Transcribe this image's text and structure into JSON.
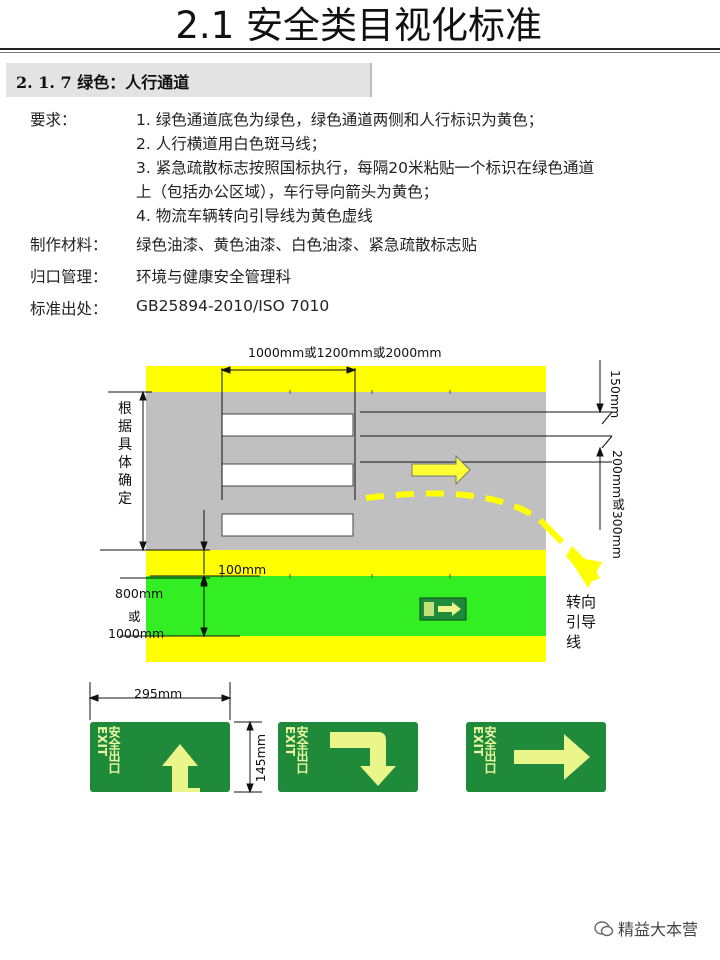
{
  "header": {
    "title": "2.1 安全类目视化标准"
  },
  "section": {
    "heading": "2. 1. 7 绿色：人行通道"
  },
  "requirements": {
    "label": "要求：",
    "lines": [
      "1. 绿色通道底色为绿色，绿色通道两侧和人行标识为黄色；",
      "2. 人行横道用白色斑马线；",
      "3. 紧急疏散标志按照国标执行，每隔20米粘贴一个标识在绿色通道",
      "上（包括办公区域），车行导向箭头为黄色；",
      "4. 物流车辆转向引导线为黄色虚线"
    ]
  },
  "materials": {
    "label": "制作材料：",
    "value": "绿色油漆、黄色油漆、白色油漆、紧急疏散标志贴"
  },
  "management": {
    "label": "归口管理：",
    "value": "环境与健康安全管理科"
  },
  "standard": {
    "label": "标准出处：",
    "value": "GB25894-2010/ISO 7010"
  },
  "diagram": {
    "width_label": "1000mm或1200mm或2000mm",
    "left_label_chars": [
      "根",
      "据",
      "具",
      "体",
      "确",
      "定"
    ],
    "gap_label": "100mm",
    "lane_label_top": "800mm",
    "lane_label_mid": "或",
    "lane_label_bot": "1000mm",
    "right_top_label": "150mm",
    "right_mid_label": "200mm或300mm",
    "guide_label_chars": [
      "转",
      "向",
      "引",
      "导",
      "线"
    ],
    "colors": {
      "yellow": "#ffff00",
      "green": "#33ee22",
      "gray": "#c0c0c0",
      "arrow_yellow": "#ffff33"
    }
  },
  "signs": {
    "width_label": "295mm",
    "height_label": "145mm",
    "sign_text": "安全出口 EXIT",
    "items": [
      {
        "icon": "arrow-up-right-icon"
      },
      {
        "icon": "arrow-down-right-icon"
      },
      {
        "icon": "arrow-right-icon"
      }
    ],
    "colors": {
      "sign_bg": "#1f8a3a",
      "arrow": "#eaf58a"
    }
  },
  "watermark": {
    "text": "精益大本营"
  }
}
